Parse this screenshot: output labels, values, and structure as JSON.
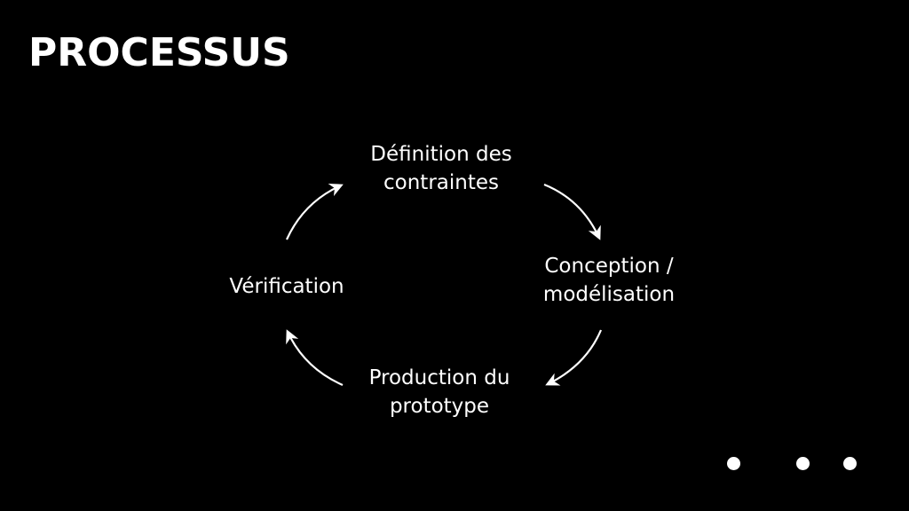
{
  "slide": {
    "title": "PROCESSUS",
    "cycle_steps": [
      {
        "line1": "Définition des",
        "line2": "contraintes"
      },
      {
        "line1": "Conception /",
        "line2": "modélisation"
      },
      {
        "line1": "Production du",
        "line2": "prototype"
      },
      {
        "line1": "Vérification",
        "line2": ""
      }
    ],
    "pagination_dots": 3,
    "colors": {
      "background": "#000000",
      "foreground": "#ffffff"
    }
  }
}
